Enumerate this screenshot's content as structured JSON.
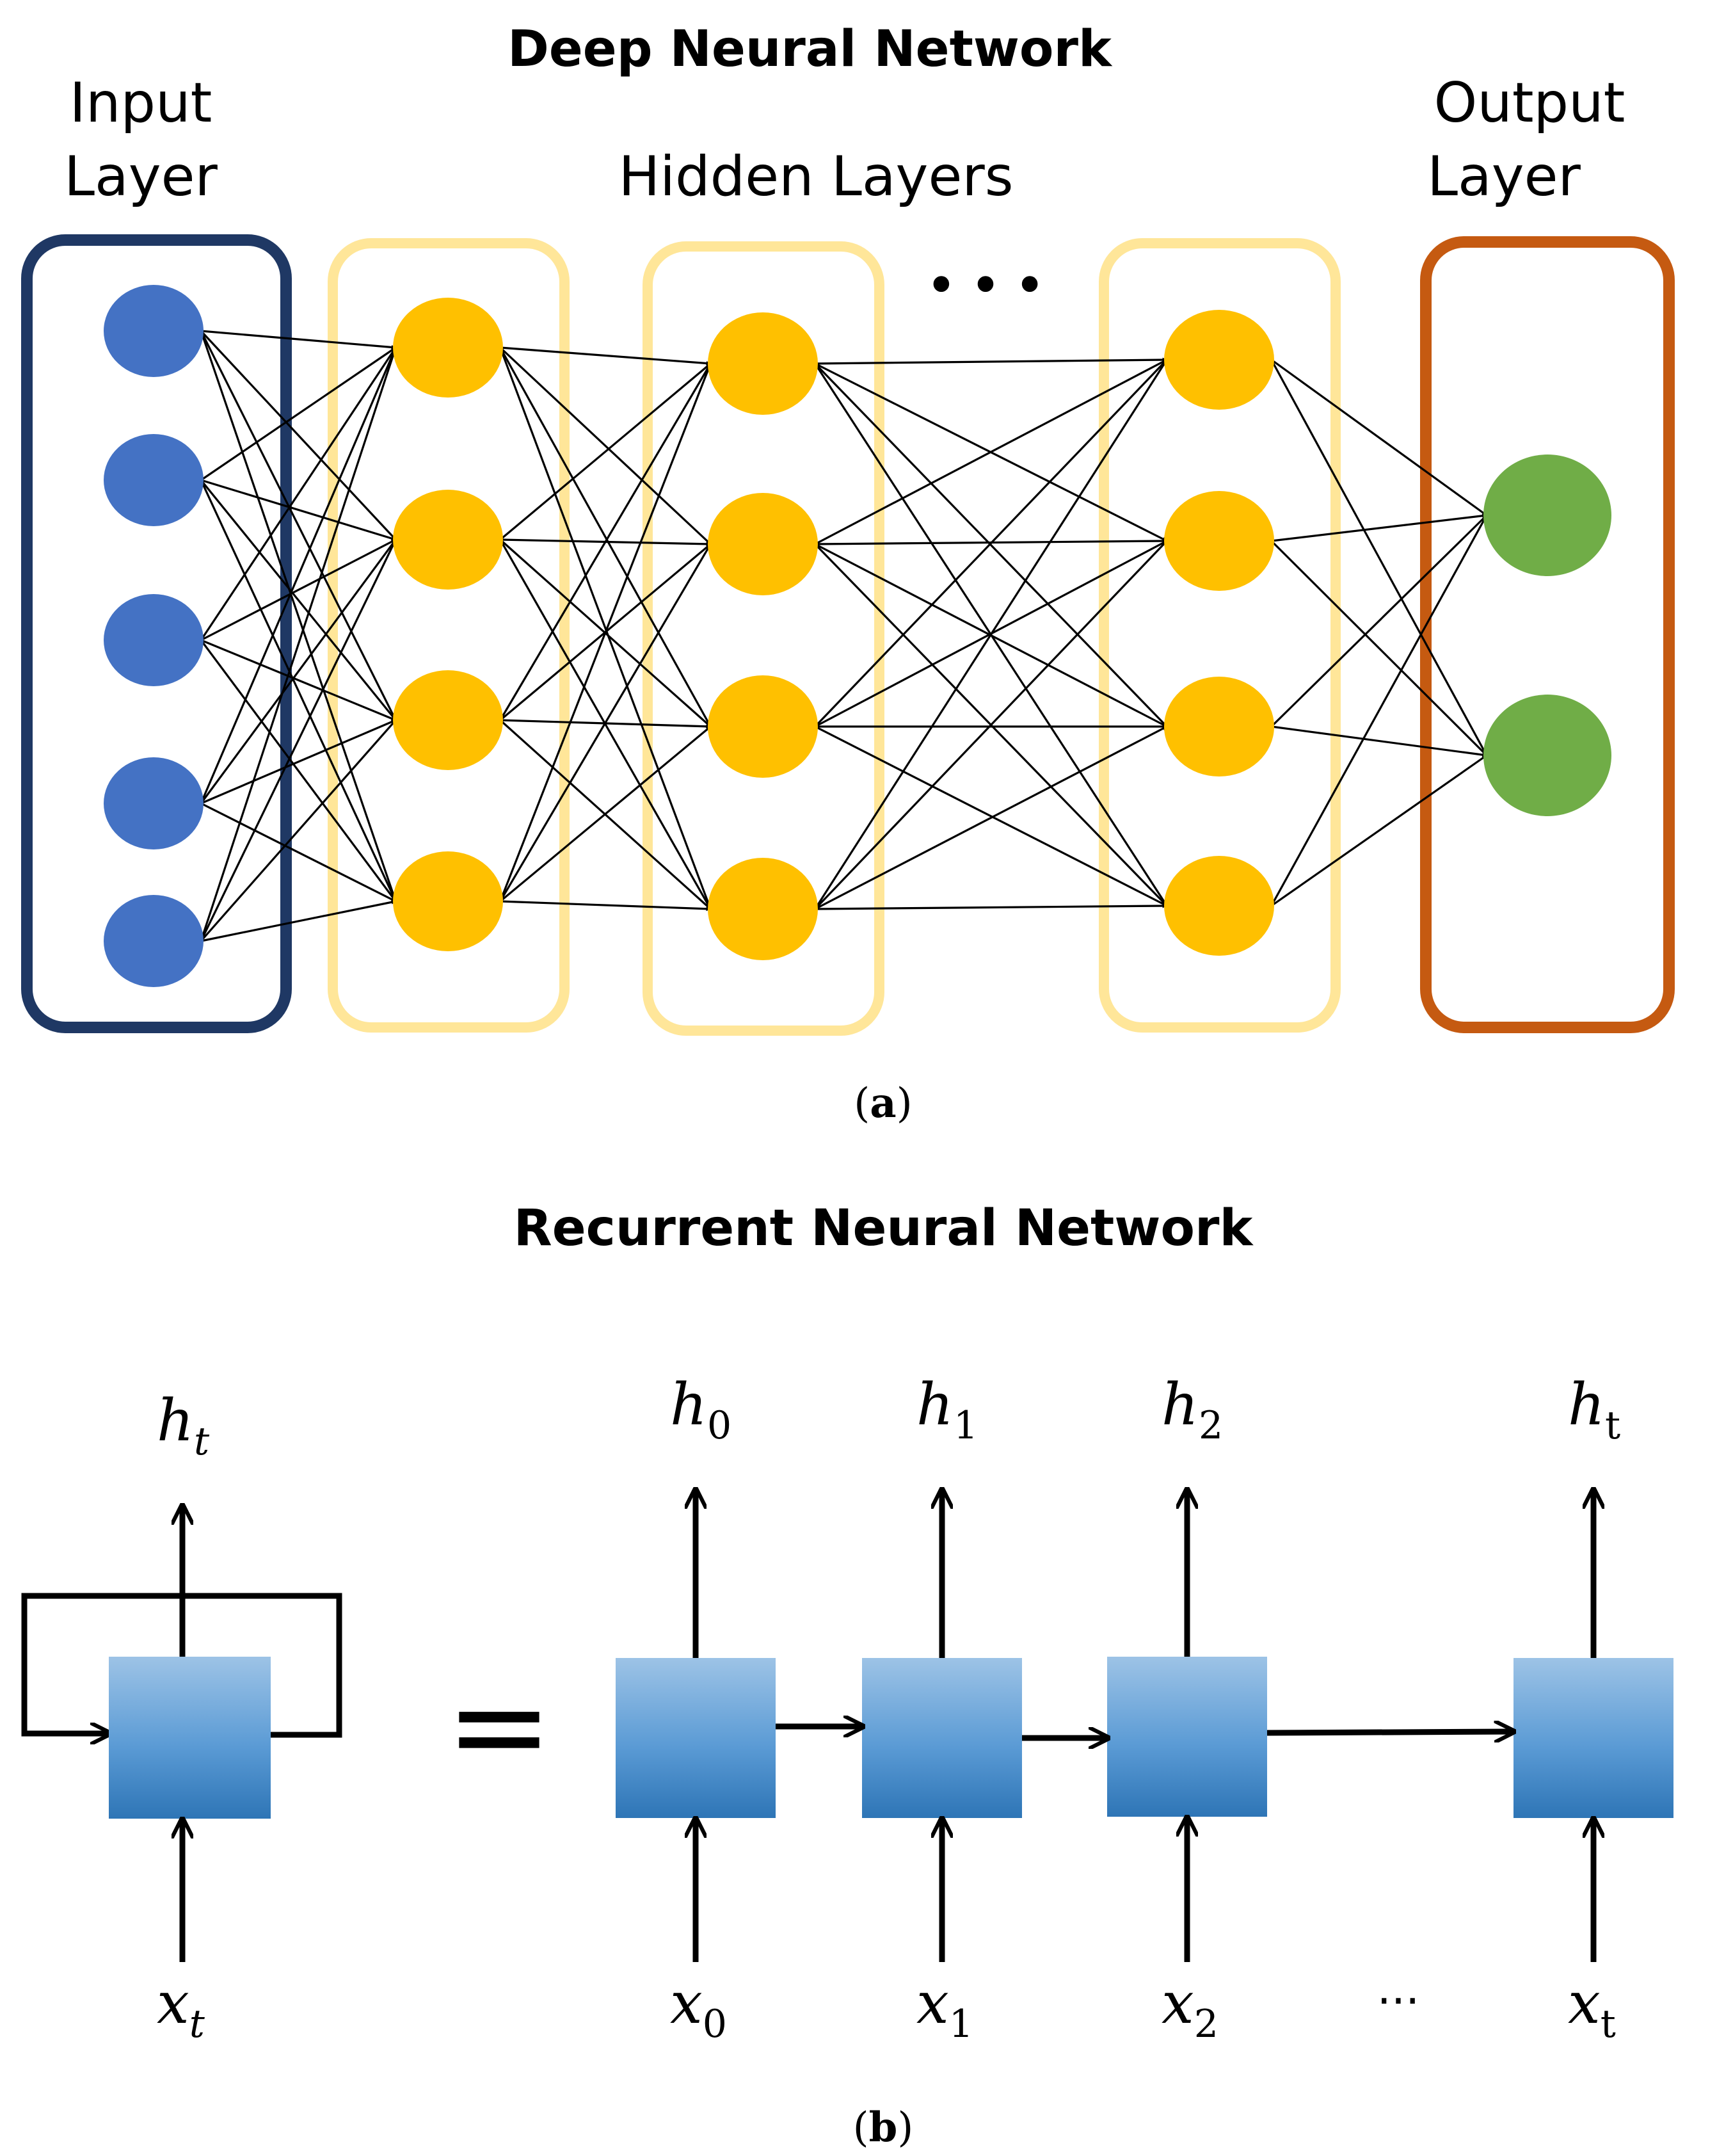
{
  "panel_a": {
    "title": "Deep Neural Network",
    "input_label_line1": "Input",
    "input_label_line2": "Layer",
    "hidden_label": "Hidden Layers",
    "output_label_line1": "Output",
    "output_label_line2": "Layer",
    "ellipsis": "• • •",
    "caption_open": "(",
    "caption_letter": "a",
    "caption_close": ")",
    "colors": {
      "input_box": "#1f3864",
      "input_node": "#4472c4",
      "hidden_box": "#ffe699",
      "hidden_node": "#ffc000",
      "output_box": "#c55a11",
      "output_node": "#70ad47",
      "edge": "#000000"
    }
  },
  "panel_b": {
    "title": "Recurrent Neural Network",
    "equals": "=",
    "ellipsis": "···",
    "caption_open": "(",
    "caption_letter": "b",
    "caption_close": ")",
    "folded": {
      "h": "h",
      "h_sub": "t",
      "x": "x",
      "x_sub": "t"
    },
    "unrolled": [
      {
        "h": "h",
        "h_sub": "0",
        "x": "x",
        "x_sub": "0"
      },
      {
        "h": "h",
        "h_sub": "1",
        "x": "x",
        "x_sub": "1"
      },
      {
        "h": "h",
        "h_sub": "2",
        "x": "x",
        "x_sub": "2"
      },
      {
        "h": "h",
        "h_sub": "t",
        "x": "x",
        "x_sub": "t"
      }
    ],
    "colors": {
      "cell_top": "#9dc3e6",
      "cell_mid": "#5b9bd5",
      "cell_bottom": "#2e75b6"
    }
  }
}
